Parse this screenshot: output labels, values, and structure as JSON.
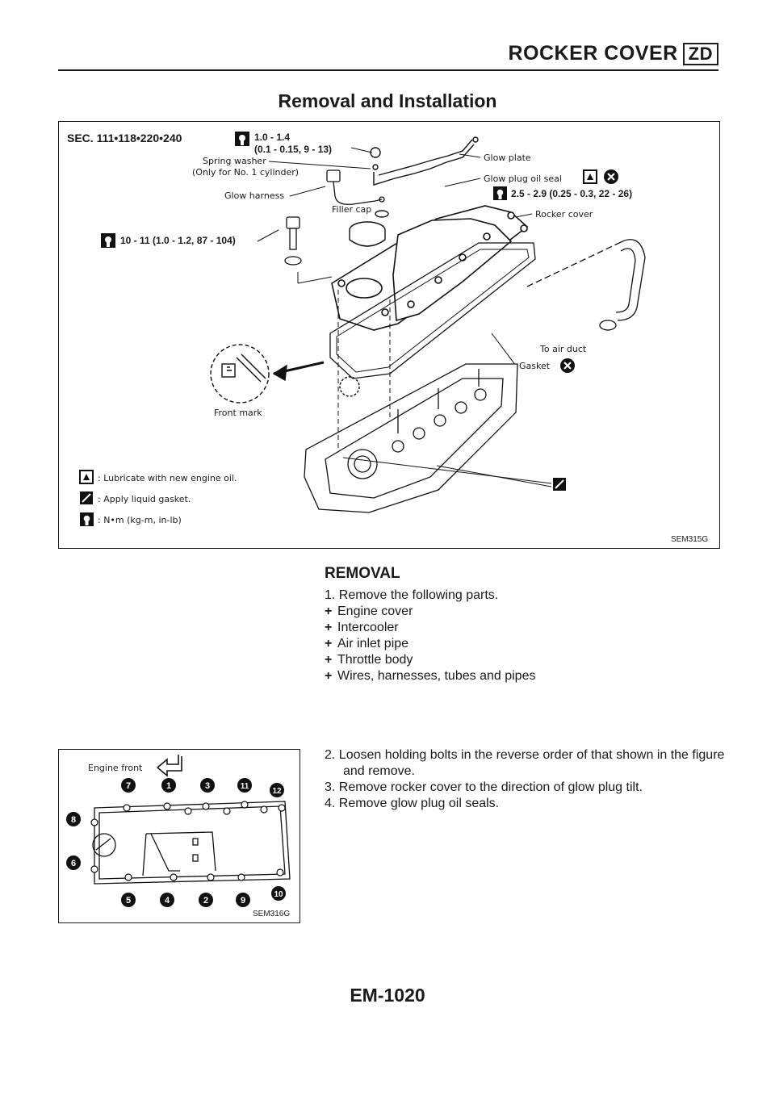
{
  "header": {
    "title": "ROCKER COVER",
    "code": "ZD"
  },
  "section_title": "Removal and Installation",
  "figure1": {
    "sec_label": "SEC. 111•118•220•240",
    "torque_top": "1.0 - 1.4",
    "torque_top_sub": "(0.1 - 0.15, 9 - 13)",
    "spring_washer": "Spring washer",
    "spring_washer_note": "(Only for No. 1 cylinder)",
    "glow_harness": "Glow harness",
    "filler_cap": "Filler cap",
    "glow_plate": "Glow plate",
    "glow_plug_oil_seal": "Glow plug oil seal",
    "torque_seal": "2.5 - 2.9 (0.25 - 0.3, 22 - 26)",
    "rocker_cover": "Rocker cover",
    "torque_bolt": "10 - 11 (1.0 - 1.2, 87 - 104)",
    "to_air_duct": "To air duct",
    "gasket": "Gasket",
    "front_mark": "Front mark",
    "legend_lubricate": ": Lubricate with new engine oil.",
    "legend_gasket": ": Apply liquid gasket.",
    "legend_torque": ": N•m (kg-m, in-lb)",
    "fig_id": "SEM315G"
  },
  "removal": {
    "heading": "REMOVAL",
    "step1": "1. Remove the following parts.",
    "bullet_symbol": "+",
    "parts": [
      "Engine cover",
      "Intercooler",
      "Air inlet pipe",
      "Throttle body",
      "Wires, harnesses, tubes and pipes"
    ],
    "step2": "2. Loosen holding bolts in the reverse order of that shown in the figure and remove.",
    "step3": "3. Remove rocker cover to the direction of glow plug tilt.",
    "step4": "4. Remove glow plug oil seals."
  },
  "figure2": {
    "engine_front": "Engine front",
    "numbers_top": [
      "7",
      "1",
      "3",
      "11",
      "12"
    ],
    "numbers_left": [
      "8",
      "6"
    ],
    "numbers_bottom": [
      "5",
      "4",
      "2",
      "9",
      "10"
    ],
    "fig_id": "SEM316G"
  },
  "footer": {
    "page": "EM-1020"
  }
}
